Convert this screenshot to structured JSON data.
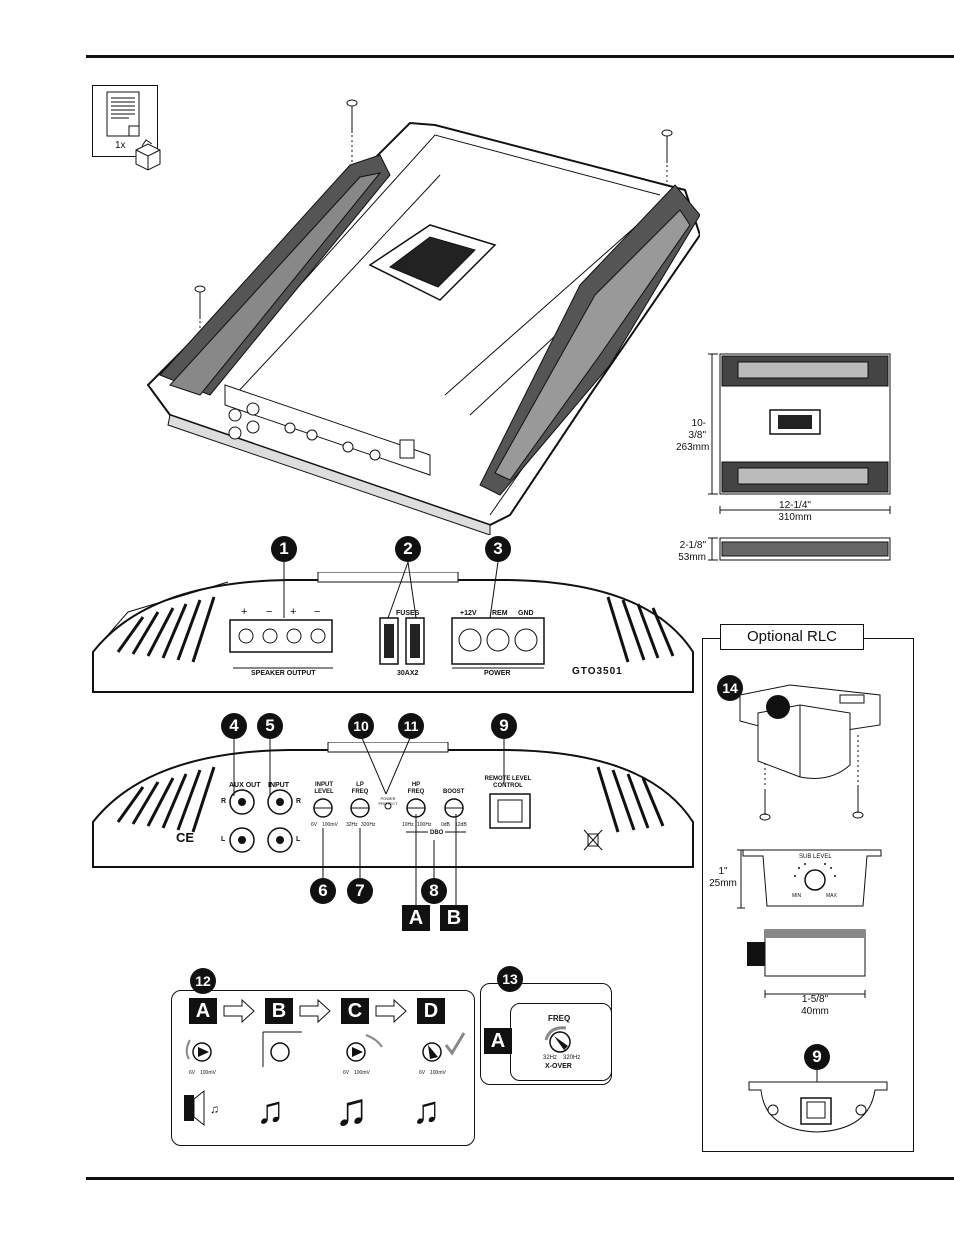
{
  "package_insert": {
    "quantity": "1x"
  },
  "dimensions": {
    "length_in": "10-3/8\"",
    "length_mm": "263mm",
    "width_in": "12-1/4\"",
    "width_mm": "310mm",
    "height_in": "2-1/8\"",
    "height_mm": "53mm"
  },
  "top_panel": {
    "plus": "+",
    "minus": "−",
    "speaker_output": "SPEAKER OUTPUT",
    "fuses": "FUSES",
    "fuse_rating": "30AX2",
    "power_12v": "+12V",
    "power_rem": "REM",
    "power_gnd": "GND",
    "power": "POWER",
    "model": "GTO3501"
  },
  "bottom_panel": {
    "aux_out": "AUX OUT",
    "input": "INPUT",
    "r": "R",
    "l": "L",
    "input_level": "INPUT LEVEL",
    "input_level_min": "6V",
    "input_level_max": "100mV",
    "lp_freq": "LP FREQ",
    "lp_min": "32Hz",
    "lp_max": "320Hz",
    "power_protect": "POWER PROTECT",
    "hp_freq": "HP FREQ",
    "hp_min": "10Hz",
    "hp_max": "100Hz",
    "boost": "BOOST",
    "boost_min": "0dB",
    "boost_max": "12dB",
    "dbo": "DBO",
    "remote_level_control": "REMOTE LEVEL CONTROL",
    "ce_mark": "CE"
  },
  "callouts": [
    "1",
    "2",
    "3",
    "4",
    "5",
    "6",
    "7",
    "8",
    "9",
    "10",
    "11",
    "12",
    "13",
    "14"
  ],
  "letters": {
    "a": "A",
    "b": "B",
    "c": "C",
    "d": "D"
  },
  "step12": {
    "knob_min": "6V",
    "knob_max": "100mV"
  },
  "step13": {
    "freq": "FREQ",
    "freq_min": "32Hz",
    "freq_max": "320Hz",
    "xover": "X-OVER"
  },
  "rlc": {
    "title": "Optional RLC",
    "sub_level": "SUB LEVEL",
    "min": "MIN",
    "max": "MAX",
    "height_in": "1\"",
    "height_mm": "25mm",
    "width_in": "1-5/8\"",
    "width_mm": "40mm"
  }
}
